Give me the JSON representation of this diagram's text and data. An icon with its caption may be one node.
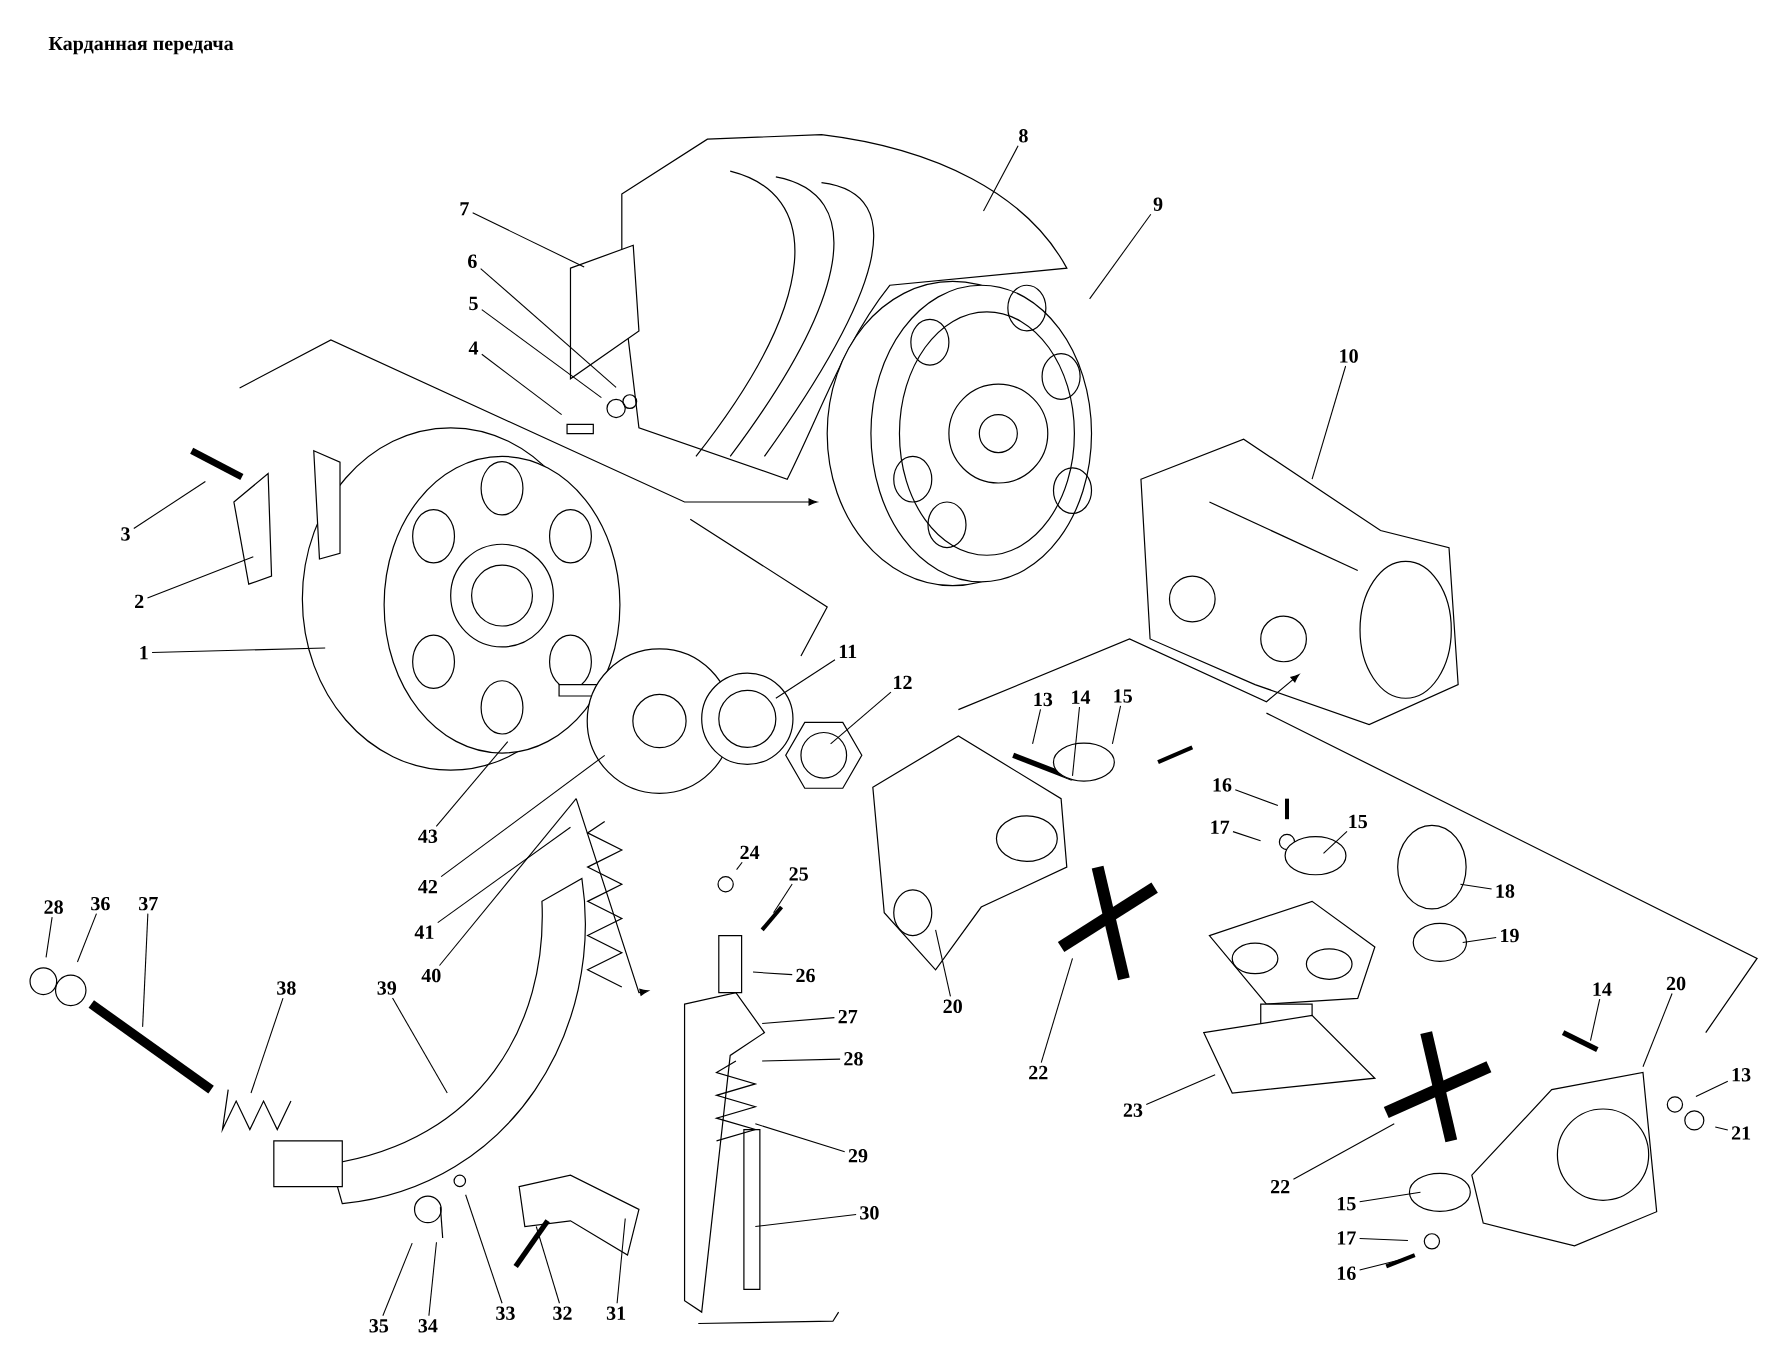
{
  "diagram": {
    "title": "Карданная передача",
    "nodes": [
      {
        "text": [
          "1"
        ]
      },
      {
        "text": [
          "2"
        ]
      },
      {
        "text": [
          "3"
        ]
      },
      {
        "text": [
          "4"
        ]
      },
      {
        "text": [
          "5"
        ]
      },
      {
        "text": [
          "6"
        ]
      },
      {
        "text": [
          "7"
        ]
      },
      {
        "text": [
          "8"
        ]
      },
      {
        "text": [
          "9"
        ]
      },
      {
        "text": [
          "10"
        ]
      },
      {
        "text": [
          "11"
        ]
      },
      {
        "text": [
          "12"
        ]
      },
      {
        "text": [
          "13"
        ]
      },
      {
        "text": [
          "14"
        ]
      },
      {
        "text": [
          "15"
        ]
      },
      {
        "text": [
          "16"
        ]
      },
      {
        "text": [
          "17"
        ]
      },
      {
        "text": [
          "15"
        ]
      },
      {
        "text": [
          "18"
        ]
      },
      {
        "text": [
          "19"
        ]
      },
      {
        "text": [
          "20"
        ]
      },
      {
        "text": [
          "22"
        ]
      },
      {
        "text": [
          "23"
        ]
      },
      {
        "text": [
          "14"
        ]
      },
      {
        "text": [
          "20"
        ]
      },
      {
        "text": [
          "13"
        ]
      },
      {
        "text": [
          "21"
        ]
      },
      {
        "text": [
          "22"
        ]
      },
      {
        "text": [
          "15"
        ]
      },
      {
        "text": [
          "17"
        ]
      },
      {
        "text": [
          "16"
        ]
      },
      {
        "text": [
          "43"
        ]
      },
      {
        "text": [
          "42"
        ]
      },
      {
        "text": [
          "41"
        ]
      },
      {
        "text": [
          "40"
        ]
      },
      {
        "text": [
          "24"
        ]
      },
      {
        "text": [
          "25"
        ]
      },
      {
        "text": [
          "26"
        ]
      },
      {
        "text": [
          "27"
        ]
      },
      {
        "text": [
          "28"
        ]
      },
      {
        "text": [
          "29"
        ]
      },
      {
        "text": [
          "30"
        ]
      },
      {
        "text": [
          "31"
        ]
      },
      {
        "text": [
          "32"
        ]
      },
      {
        "text": [
          "33"
        ]
      },
      {
        "text": [
          "34"
        ]
      },
      {
        "text": [
          "35"
        ]
      },
      {
        "text": [
          "39"
        ]
      },
      {
        "text": [
          "38"
        ]
      },
      {
        "text": [
          "37"
        ]
      },
      {
        "text": [
          "36"
        ]
      },
      {
        "text": [
          "28"
        ]
      }
    ],
    "edges": [
      {
        "from": 0,
        "to": null,
        "arrow": "none"
      },
      {
        "from": 1,
        "to": null,
        "arrow": "none"
      },
      {
        "from": 2,
        "to": null,
        "arrow": "none"
      },
      {
        "from": 3,
        "to": null,
        "arrow": "none"
      },
      {
        "from": 4,
        "to": null,
        "arrow": "none"
      },
      {
        "from": 5,
        "to": null,
        "arrow": "none"
      },
      {
        "from": 6,
        "to": null,
        "arrow": "none"
      },
      {
        "from": 7,
        "to": null,
        "arrow": "none"
      },
      {
        "from": 8,
        "to": null,
        "arrow": "none"
      },
      {
        "from": 9,
        "to": null,
        "arrow": "none"
      },
      {
        "from": 10,
        "to": null,
        "arrow": "none"
      },
      {
        "from": 11,
        "to": null,
        "arrow": "none"
      },
      {
        "from": 12,
        "to": null,
        "arrow": "none"
      },
      {
        "from": 13,
        "to": null,
        "arrow": "none"
      },
      {
        "from": 14,
        "to": null,
        "arrow": "none"
      },
      {
        "from": 15,
        "to": null,
        "arrow": "none"
      },
      {
        "from": 16,
        "to": null,
        "arrow": "none"
      },
      {
        "from": 17,
        "to": null,
        "arrow": "none"
      },
      {
        "from": 18,
        "to": null,
        "arrow": "none"
      },
      {
        "from": 19,
        "to": null,
        "arrow": "none"
      },
      {
        "from": 20,
        "to": null,
        "arrow": "none"
      },
      {
        "from": 21,
        "to": null,
        "arrow": "none"
      },
      {
        "from": 22,
        "to": null,
        "arrow": "none"
      },
      {
        "from": 23,
        "to": null,
        "arrow": "none"
      },
      {
        "from": 24,
        "to": null,
        "arrow": "none"
      },
      {
        "from": 25,
        "to": null,
        "arrow": "none"
      },
      {
        "from": 26,
        "to": null,
        "arrow": "none"
      },
      {
        "from": 27,
        "to": null,
        "arrow": "none"
      },
      {
        "from": 28,
        "to": null,
        "arrow": "none"
      },
      {
        "from": 29,
        "to": null,
        "arrow": "none"
      },
      {
        "from": 30,
        "to": null,
        "arrow": "none"
      },
      {
        "from": 31,
        "to": null,
        "arrow": "none"
      },
      {
        "from": 32,
        "to": null,
        "arrow": "none"
      },
      {
        "from": 33,
        "to": null,
        "arrow": "none"
      },
      {
        "from": 34,
        "to": null,
        "arrow": "none"
      },
      {
        "from": 35,
        "to": null,
        "arrow": "none"
      },
      {
        "from": 36,
        "to": null,
        "arrow": "none"
      },
      {
        "from": 37,
        "to": null,
        "arrow": "none"
      },
      {
        "from": 38,
        "to": null,
        "arrow": "none"
      },
      {
        "from": 39,
        "to": null,
        "arrow": "none"
      },
      {
        "from": 40,
        "to": null,
        "arrow": "none"
      },
      {
        "from": 41,
        "to": null,
        "arrow": "none"
      },
      {
        "from": 42,
        "to": null,
        "arrow": "none"
      },
      {
        "from": 43,
        "to": null,
        "arrow": "none"
      },
      {
        "from": 44,
        "to": null,
        "arrow": "none"
      },
      {
        "from": 45,
        "to": null,
        "arrow": "none"
      },
      {
        "from": 46,
        "to": null,
        "arrow": "none"
      },
      {
        "from": 47,
        "to": null,
        "arrow": "none"
      },
      {
        "from": 48,
        "to": null,
        "arrow": "none"
      },
      {
        "from": 49,
        "to": null,
        "arrow": "none"
      },
      {
        "from": 50,
        "to": null,
        "arrow": "none"
      },
      {
        "from": 51,
        "to": null,
        "arrow": "none"
      }
    ]
  }
}
